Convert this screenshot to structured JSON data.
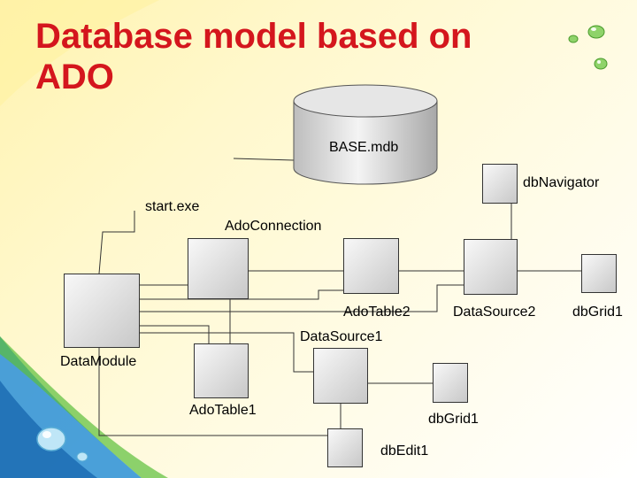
{
  "title": "Database model based on\nADO",
  "database_label": "BASE.mdb",
  "components": {
    "start_exe": "start.exe",
    "ado_connection": "AdoConnection",
    "data_module": "DataModule",
    "ado_table1": "AdoTable1",
    "ado_table2": "AdoTable2",
    "data_source1": "DataSource1",
    "data_source2": "DataSource2",
    "db_navigator": "dbNavigator",
    "db_grid1_top": "dbGrid1",
    "db_grid1_bottom": "dbGrid1",
    "db_edit1": "dbEdit1"
  },
  "colors": {
    "title": "#d4161d",
    "background": "#fff8cc",
    "decor_green": "#5bbf3a",
    "decor_blue": "#2a8fd8"
  },
  "decor": [
    "water-drop-icon",
    "leaf-icon"
  ]
}
